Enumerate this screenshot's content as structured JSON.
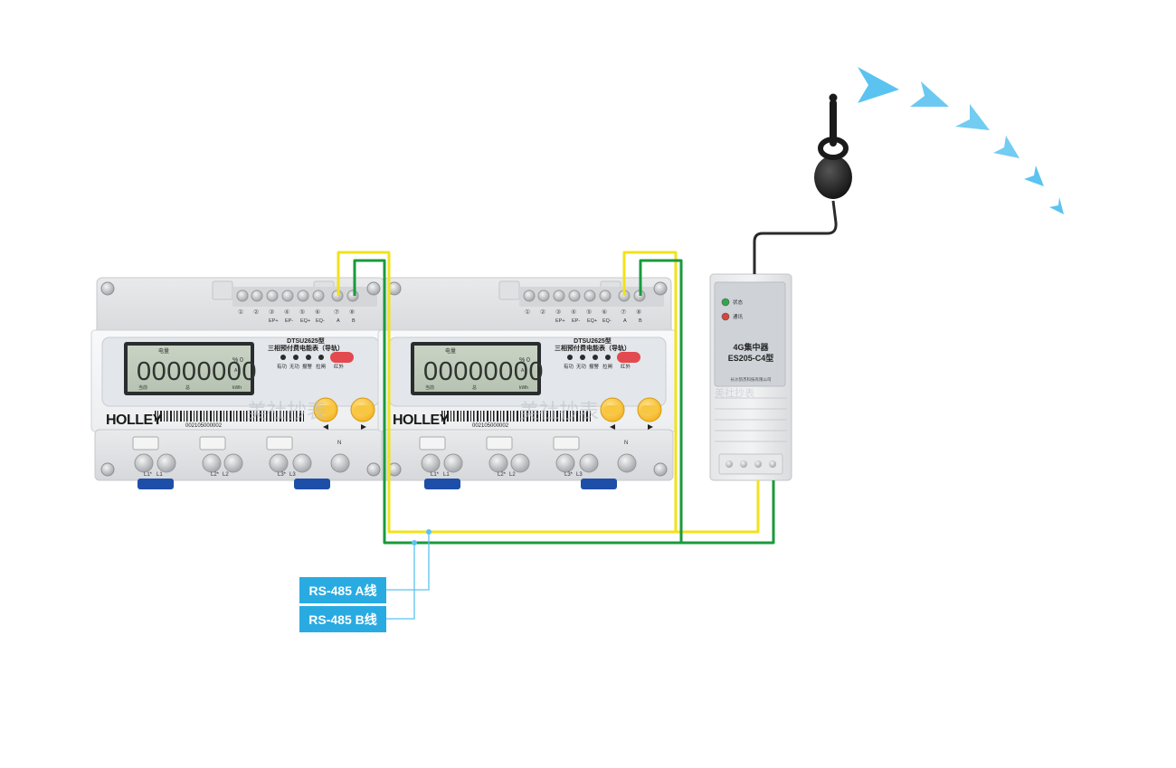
{
  "meters": [
    {
      "brand": "HOLLEY",
      "model": "DTSU2625型",
      "description": "三相预付费电能表（导轨）",
      "lcd_tag": "电量",
      "lcd_value": "00000000",
      "lcd_unit_top": "%",
      "lcd_unit_mid": "A",
      "lcd_unit_right": "0",
      "lcd_bottom": [
        "当前",
        "总",
        "kWh"
      ],
      "indicators": [
        "有功",
        "无功",
        "报警",
        "拉闸"
      ],
      "ir_label": "红外",
      "serial": "002105000002",
      "terminals_top": [
        "①",
        "②",
        "③",
        "④",
        "⑤",
        "⑥",
        "⑦",
        "⑧"
      ],
      "terminal_labels": [
        "EP+",
        "EP-",
        "EQ+",
        "EQ-",
        "A",
        "B"
      ],
      "terminals_bottom": [
        "L1*",
        "L1",
        "L2*",
        "L2",
        "L3*",
        "L3",
        "N"
      ]
    },
    {
      "brand": "HOLLEY",
      "model": "DTSU2625型",
      "description": "三相预付费电能表（导轨）",
      "lcd_tag": "电量",
      "lcd_value": "00000000",
      "lcd_unit_top": "%",
      "lcd_unit_mid": "A",
      "lcd_unit_right": "0",
      "lcd_bottom": [
        "当前",
        "总",
        "kWh"
      ],
      "indicators": [
        "有功",
        "无功",
        "报警",
        "拉闸"
      ],
      "ir_label": "红外",
      "serial": "002105000002",
      "terminals_top": [
        "①",
        "②",
        "③",
        "④",
        "⑤",
        "⑥",
        "⑦",
        "⑧"
      ],
      "terminal_labels": [
        "EP+",
        "EP-",
        "EQ+",
        "EQ-",
        "A",
        "B"
      ],
      "terminals_bottom": [
        "L1*",
        "L1",
        "L2*",
        "L2",
        "L3*",
        "L3",
        "N"
      ]
    }
  ],
  "concentrator": {
    "led_status": "状态",
    "led_comm": "通讯",
    "title": "4G集中器",
    "model": "ES205-C4型",
    "maker": "长沙凯杰科技有限公司"
  },
  "wire_labels": {
    "a": "RS-485 A线",
    "b": "RS-485 B线"
  },
  "watermark": "美社抄表",
  "colors": {
    "wire_a": "#f2e21a",
    "wire_b": "#1a9a3c",
    "signal": "#5bc3f0",
    "label_bg": "#29abe2"
  }
}
